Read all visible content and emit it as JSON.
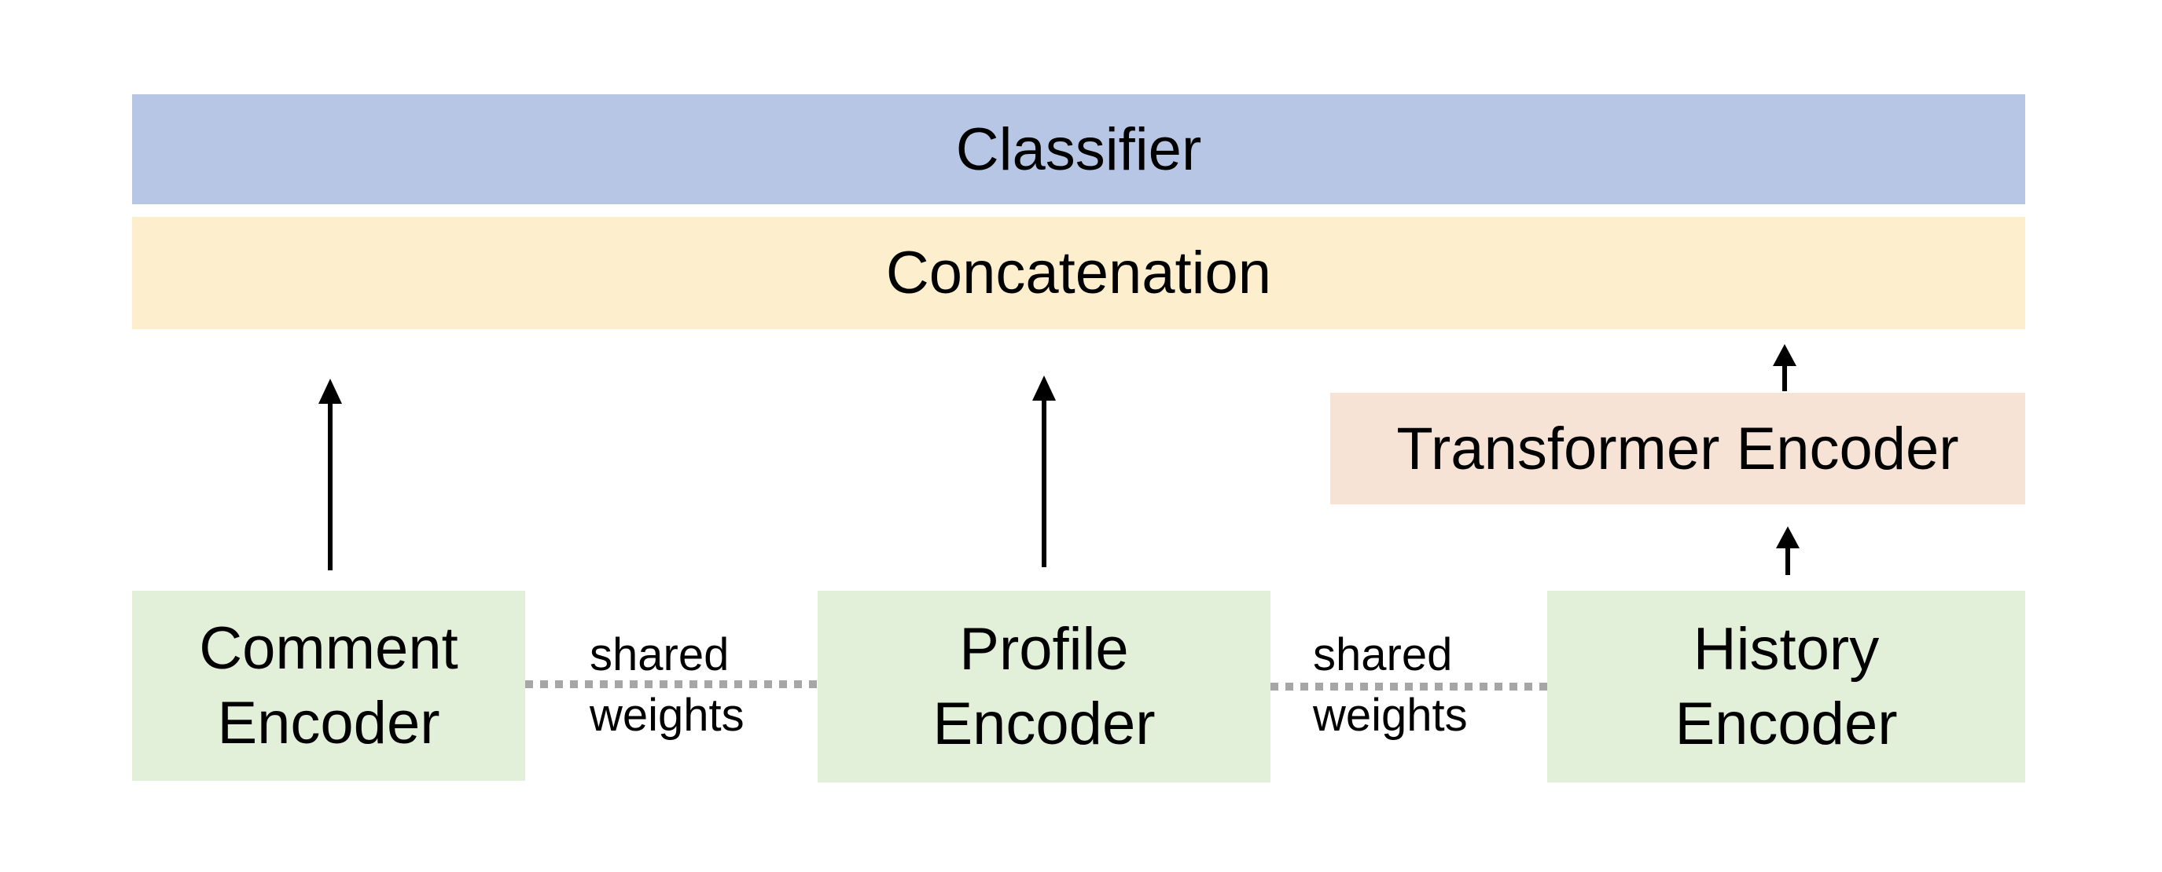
{
  "colors": {
    "classifier_fill": "#b7c6e4",
    "concatenation_fill": "#fdefcd",
    "transformer_fill": "#f6e3d6",
    "encoder_fill": "#e2efd9",
    "arrow": "#000000",
    "shared_link": "#a6a6a6"
  },
  "classifier": {
    "label": "Classifier"
  },
  "concatenation": {
    "label": "Concatenation"
  },
  "transformer": {
    "label": "Transformer Encoder"
  },
  "encoders": {
    "comment": {
      "line1": "Comment",
      "line2": "Encoder"
    },
    "profile": {
      "line1": "Profile",
      "line2": "Encoder"
    },
    "history": {
      "line1": "History",
      "line2": "Encoder"
    }
  },
  "shared_weights": [
    {
      "line1": "shared",
      "line2": "weights"
    },
    {
      "line1": "shared",
      "line2": "weights"
    }
  ]
}
